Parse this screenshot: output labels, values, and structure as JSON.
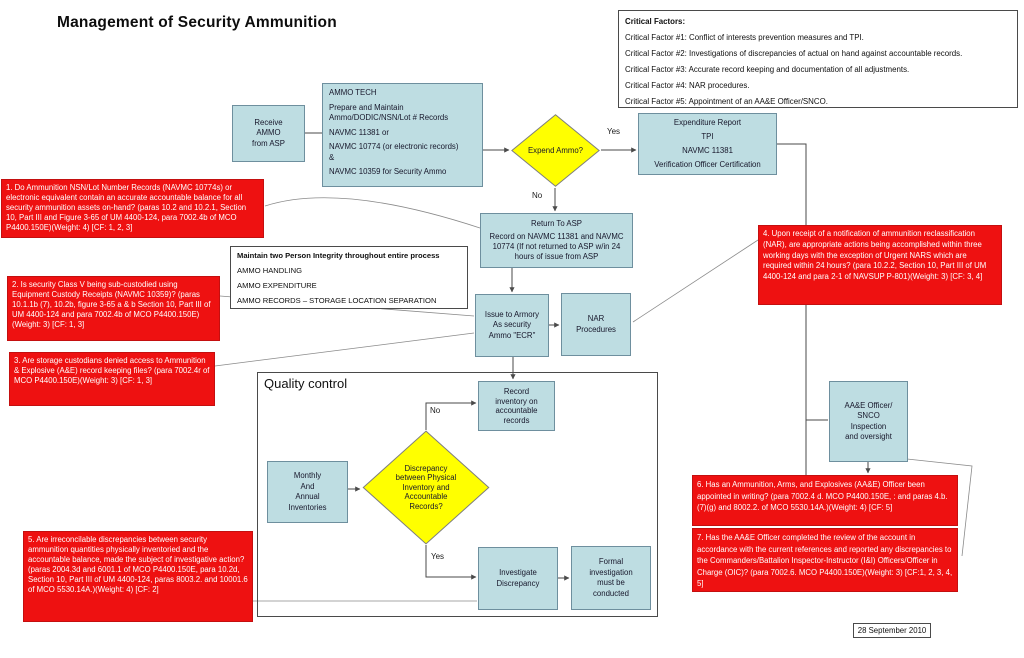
{
  "title": "Management of Security Ammunition",
  "date_stamp": "28 September 2010",
  "colors": {
    "process_fill": "#bedde2",
    "decision_fill": "#ffff00",
    "question_fill": "#ee1111"
  },
  "labels": {
    "yes": "Yes",
    "no": "No"
  },
  "critical_factors": {
    "heading": "Critical Factors:",
    "items": [
      "Critical Factor #1: Conflict of interests prevention measures and TPI.",
      "Critical Factor #2: Investigations of discrepancies of actual on hand against accountable records.",
      "Critical Factor #3: Accurate record keeping and documentation of all adjustments.",
      "Critical Factor #4: NAR procedures.",
      "Critical Factor #5: Appointment of an AA&E Officer/SNCO."
    ]
  },
  "nodes": {
    "receive_ammo": "Receive\nAMMO\nfrom ASP",
    "ammo_tech": {
      "title": "AMMO TECH",
      "line1": "Prepare and Maintain\nAmmo/DODIC/NSN/Lot # Records",
      "line2": "NAVMC 11381 or",
      "line3": "NAVMC 10774 (or electronic records)\n&",
      "line4": "NAVMC 10359 for Security Ammo"
    },
    "expend_ammo": "Expend Ammo?",
    "expenditure_report": {
      "line1": "Expenditure Report",
      "line2": "TPI",
      "line3": "NAVMC 11381",
      "line4": "Verification Officer Certification"
    },
    "return_to_asp": {
      "title": "Return To ASP",
      "body": "Record on NAVMC 11381 and NAVMC 10774 (If not returned to ASP w/in 24 hours of issue from ASP"
    },
    "tpi_note": {
      "heading": "Maintain two Person Integrity throughout entire process",
      "items": [
        "AMMO HANDLING",
        "AMMO EXPENDITURE",
        "AMMO RECORDS – STORAGE LOCATION SEPARATION"
      ]
    },
    "issue_armory": "Issue to Armory\nAs security\nAmmo \"ECR\"",
    "nar_procedures": "NAR\nProcedures",
    "quality": {
      "label": "Quality control",
      "record_inventory": "Record\ninventory on\naccountable\nrecords",
      "monthly": "Monthly\nAnd\nAnnual\nInventories",
      "discrepancy": "Discrepancy\nbetween Physical\nInventory and\nAccountable\nRecords?",
      "investigate": "Investigate\nDiscrepancy",
      "formal": "Formal\ninvestigation\nmust be\nconducted"
    },
    "aae_officer": "AA&E Officer/\nSNCO\nInspection\nand oversight"
  },
  "questions": [
    "1. Do Ammunition NSN/Lot Number Records (NAVMC 10774s) or electronic equivalent contain an accurate accountable balance for all security ammunition assets on-hand? (paras 10.2 and 10.2.1, Section 10, Part III and Figure 3-65 of UM 4400-124, para 7002.4b of MCO P4400.150E)(Weight: 4) [CF: 1, 2, 3]",
    "2. Is security Class V being sub-custodied using Equipment Custody Receipts (NAVMC 10359)? (paras 10.1.1b (7), 10.2b, figure 3-65 a & b Section 10, Part III of UM 4400-124 and para 7002.4b of MCO P4400.150E)(Weight: 3) [CF: 1, 3]",
    "3. Are storage custodians denied access to Ammunition & Explosive (A&E) record keeping files? (para 7002.4r of MCO P4400.150E)(Weight: 3) [CF: 1, 3]",
    "4. Upon receipt of a notification of ammunition reclassification (NAR), are appropriate actions being accomplished within three working days with the exception of Urgent NARS which are required within 24 hours? (para 10.2.2, Section 10, Part III of UM 4400-124 and para 2-1 of NAVSUP P-801)(Weight: 3) [CF: 3, 4]",
    "5.  Are irreconcilable discrepancies between security ammunition quantities physically inventoried and the accountable balance, made the subject of investigative action? (paras 2004.3d and 6001.1 of MCO P4400.150E, para 10.2d, Section 10, Part III of UM 4400-124, paras 8003.2. and 10001.6 of MCO 5530.14A.)(Weight: 4) [CF: 2]",
    "6. Has an Ammunition, Arms, and Explosives (AA&E) Officer been appointed in writing? (para 7002.4 d. MCO P4400.150E, : and paras 4.b.(7)(g) and 8002.2. of MCO 5530.14A.)(Weight: 4) [CF: 5]",
    "7. Has the AA&E Officer completed the review of the account in accordance with the current references and reported any discrepancies to the Commanders/Battalion Inspector-Instructor (I&I) Officers/Officer in Charge (OIC)? (para 7002.6. MCO P4400.150E)(Weight: 3) [CF:1, 2, 3, 4, 5]"
  ]
}
